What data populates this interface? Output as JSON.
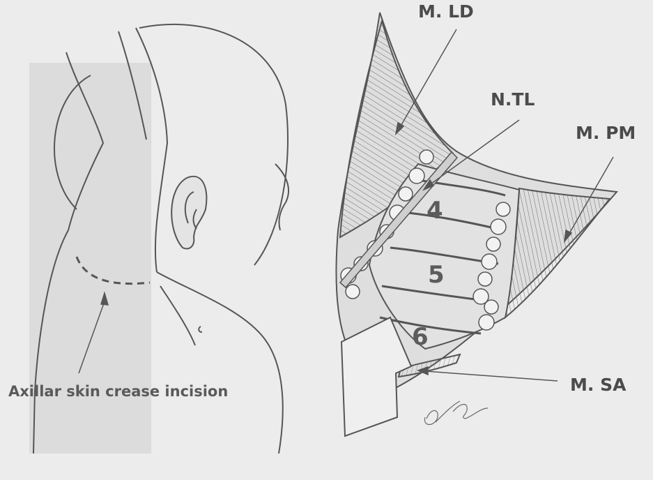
{
  "labels": {
    "ld": "M. LD",
    "ntl": "N.TL",
    "pm": "M. PM",
    "sa": "M. SA",
    "caption": "Axillar skin crease incision",
    "rib4": "4",
    "rib5": "5",
    "rib6": "6"
  },
  "colors": {
    "ink": "#5a5a5a",
    "paper": "#ececec",
    "shade": "#d9d9d9"
  }
}
